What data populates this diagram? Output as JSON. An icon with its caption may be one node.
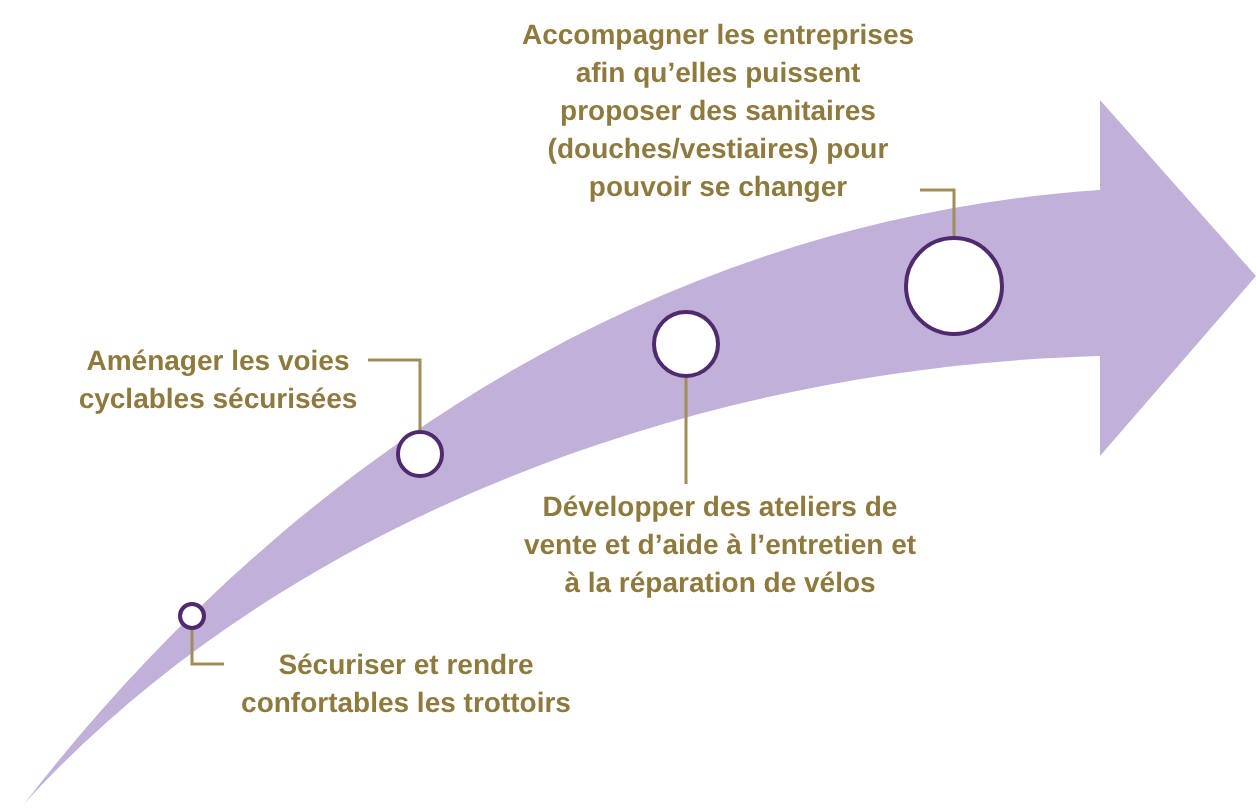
{
  "diagram": {
    "nodes": [
      {
        "text": [],
        "shape": "circle"
      },
      {
        "text": [],
        "shape": "circle"
      },
      {
        "text": [],
        "shape": "circle"
      },
      {
        "text": [],
        "shape": "circle"
      },
      {
        "text": [
          "Sécuriser et rendre confortables les trottoirs"
        ]
      },
      {
        "text": [
          "Aménager les voies cyclables sécurisées"
        ]
      },
      {
        "text": [
          "Développer des ateliers de vente et d’aide à l’entretien et à la réparation de vélos"
        ]
      },
      {
        "text": [
          "Accompagner les entreprises afin qu’elles puissent proposer des sanitaires (douches/vestiaires) pour pouvoir se changer"
        ]
      }
    ],
    "edges": [
      {
        "from": 4,
        "to": 0,
        "arrow": "none"
      },
      {
        "from": 5,
        "to": 1,
        "arrow": "none"
      },
      {
        "from": 6,
        "to": 2,
        "arrow": "none"
      },
      {
        "from": 7,
        "to": 3,
        "arrow": "none"
      }
    ]
  }
}
